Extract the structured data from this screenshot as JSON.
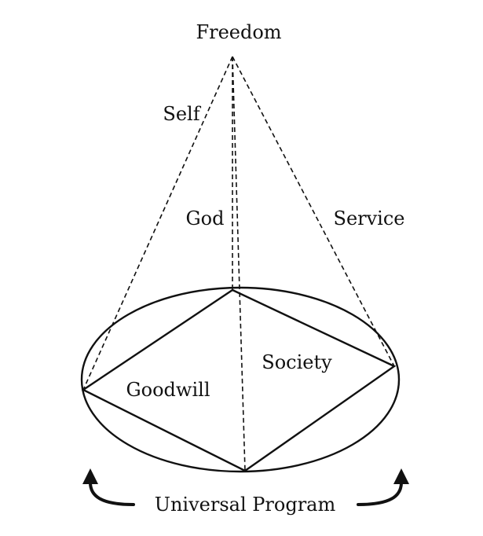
{
  "labels": {
    "apex": "Freedom",
    "left_edge": "Self",
    "center_edge": "God",
    "right_edge": "Service",
    "left_face": "Goodwill",
    "right_face": "Society",
    "base": "Universal Program"
  },
  "colors": {
    "ink": "#111111",
    "background": "#ffffff"
  }
}
